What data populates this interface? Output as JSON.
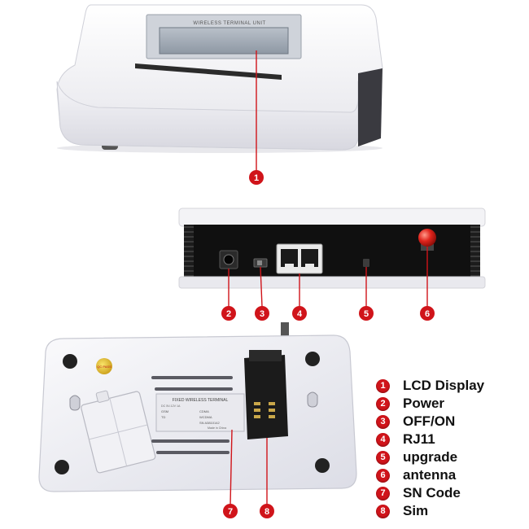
{
  "device_text": {
    "top_lcd_caption": "WIRELESS TERMINAL UNIT",
    "label_title": "FIXED WIRELESS TERMINAL",
    "label_dc": "DC 5V-12V 1A",
    "label_gsm": "GSM",
    "label_td": "TD",
    "label_cdma": "CDMA",
    "label_wcdma": "WCDMA",
    "label_sn": "SN A3810142",
    "label_made": "Made in China",
    "qc_sticker": "QC PASS"
  },
  "callouts": [
    "1",
    "2",
    "3",
    "4",
    "5",
    "6",
    "7",
    "8"
  ],
  "legend": [
    {
      "num": "1",
      "label": "LCD Display"
    },
    {
      "num": "2",
      "label": "Power"
    },
    {
      "num": "3",
      "label": "OFF/ON"
    },
    {
      "num": "4",
      "label": "RJ11"
    },
    {
      "num": "5",
      "label": "upgrade"
    },
    {
      "num": "6",
      "label": "antenna"
    },
    {
      "num": "7",
      "label": "SN Code"
    },
    {
      "num": "8",
      "label": "Sim"
    }
  ],
  "colors": {
    "callout": "#d0141a",
    "device_body": "#f4f4f7",
    "port_panel": "#1a1a1a"
  }
}
